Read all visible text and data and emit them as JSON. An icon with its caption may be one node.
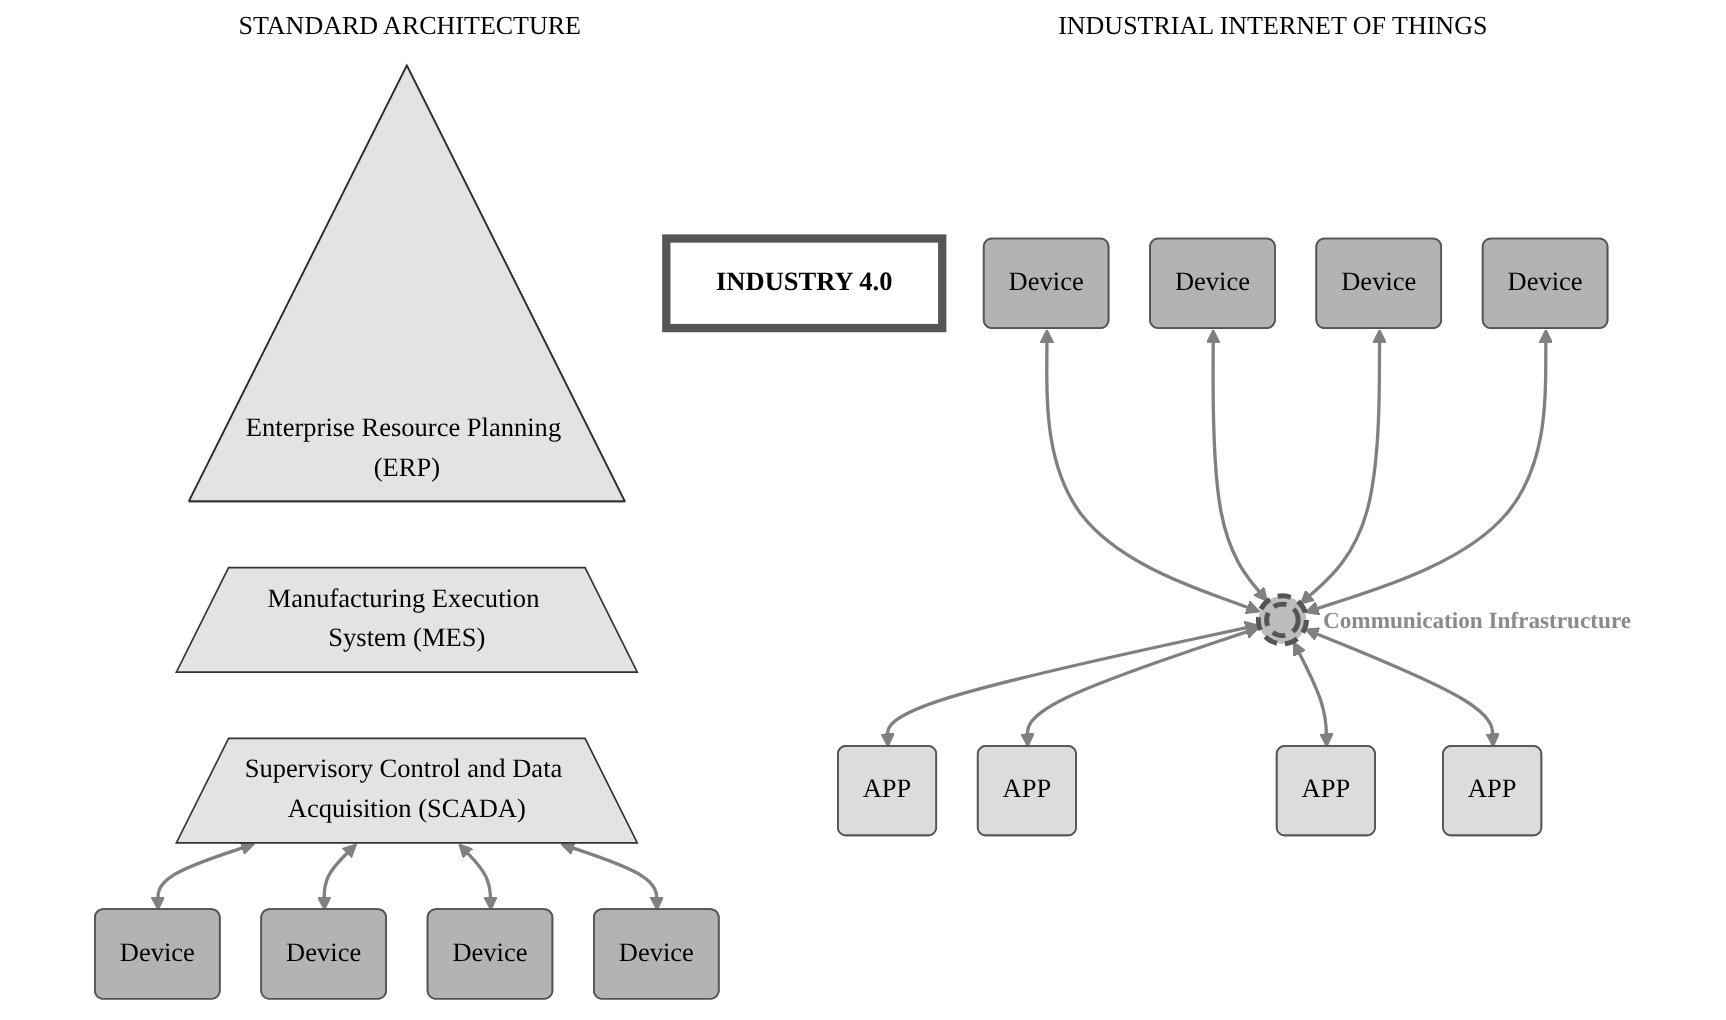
{
  "diagram": {
    "nodes": [
      {
        "text": [
          "Enterprise Resource Planning (ERP)"
        ]
      },
      {
        "text": [
          "Manufacturing Execution System (MES)"
        ]
      },
      {
        "text": [
          "Supervisory Control and Data Acquisition (SCADA)"
        ]
      },
      {
        "text": [
          "Device"
        ]
      },
      {
        "text": [
          "Device"
        ]
      },
      {
        "text": [
          "Device"
        ]
      },
      {
        "text": [
          "Device"
        ]
      },
      {
        "text": [
          "INDUSTRY 4.0"
        ]
      },
      {
        "text": [
          "Device"
        ]
      },
      {
        "text": [
          "Device"
        ]
      },
      {
        "text": [
          "Device"
        ]
      },
      {
        "text": [
          "Device"
        ]
      },
      {
        "text": [],
        "shape": "circle",
        "beside": [
          "Communication Infrastructure"
        ]
      },
      {
        "text": [
          "APP"
        ]
      },
      {
        "text": [
          "APP"
        ]
      },
      {
        "text": [
          "APP"
        ]
      },
      {
        "text": [
          "APP"
        ]
      }
    ],
    "edges": [
      {
        "from": 2,
        "to": 3,
        "arrow": "both"
      },
      {
        "from": 2,
        "to": 4,
        "arrow": "both"
      },
      {
        "from": 2,
        "to": 5,
        "arrow": "both"
      },
      {
        "from": 2,
        "to": 6,
        "arrow": "both"
      },
      {
        "from": 8,
        "to": 12,
        "arrow": "both"
      },
      {
        "from": 9,
        "to": 12,
        "arrow": "both"
      },
      {
        "from": 10,
        "to": 12,
        "arrow": "both"
      },
      {
        "from": 11,
        "to": 12,
        "arrow": "both"
      },
      {
        "from": 12,
        "to": 13,
        "arrow": "both"
      },
      {
        "from": 12,
        "to": 14,
        "arrow": "both"
      },
      {
        "from": 12,
        "to": 15,
        "arrow": "both"
      },
      {
        "from": 12,
        "to": 16,
        "arrow": "both"
      }
    ],
    "labels": [
      "STANDARD ARCHITECTURE",
      "INDUSTRIAL INTERNET OF THINGS"
    ]
  }
}
